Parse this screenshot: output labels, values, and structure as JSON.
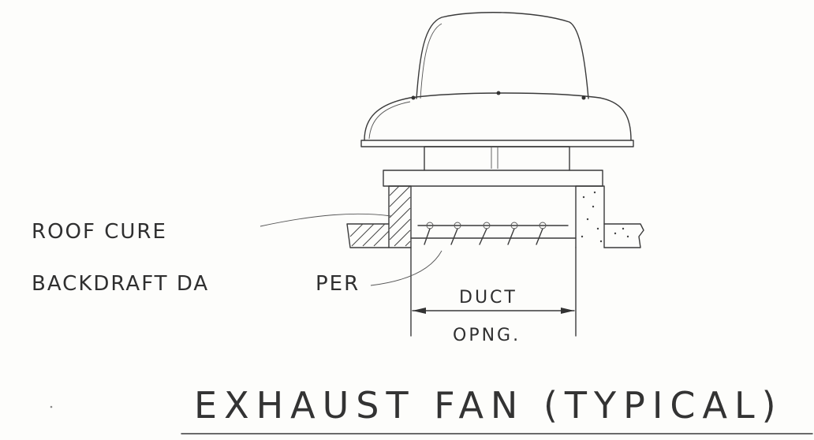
{
  "labels": {
    "roof_curb": "ROOF CURE",
    "backdraft_damper": "BACKDRAFT DA",
    "backdraft_damper_tail": "PER",
    "duct_line1": "DUCT",
    "duct_line2": "OPNG.",
    "title": "EXHAUST  FAN (TYPICAL)"
  }
}
